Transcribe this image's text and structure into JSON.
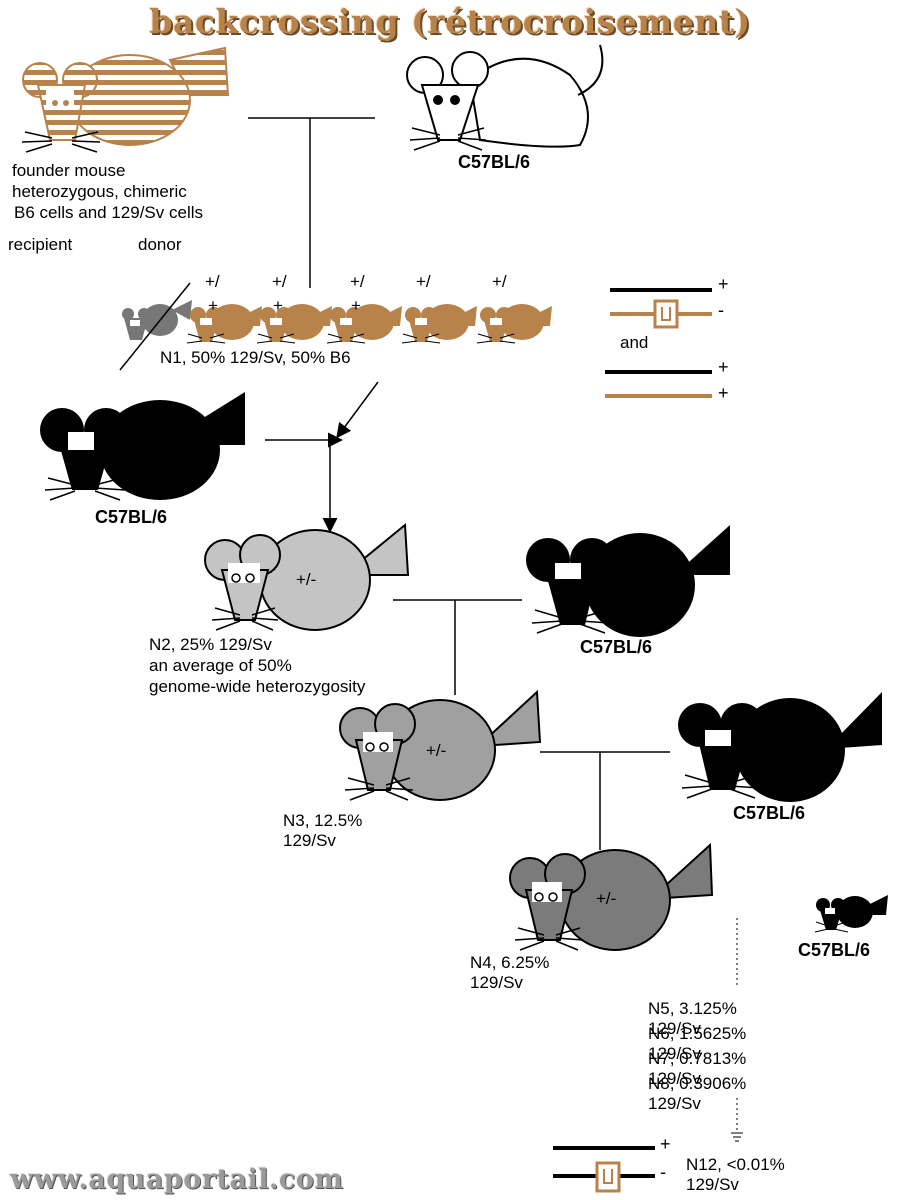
{
  "title": "backcrossing (rétrocroisement)",
  "colors": {
    "brown": "#b8834b",
    "black": "#000000",
    "gray_n1": "#777777",
    "gray_n2": "#c4c4c4",
    "gray_n3": "#a0a0a0",
    "gray_n4": "#7b7b7b",
    "title": "#b8834b"
  },
  "founder": {
    "line1": "founder mouse",
    "line2": "heterozygous, chimeric",
    "line3": "B6 cells and 129/Sv cells",
    "recipient": "recipient",
    "donor": "donor"
  },
  "strain_label": "C57BL/6",
  "n1": {
    "genotypes": [
      "+/",
      "+/",
      "+/",
      "+/",
      "+/"
    ],
    "plus_marks": [
      "+",
      "+",
      "+"
    ],
    "label": "N1, 50% 129/Sv, 50% B6"
  },
  "legend": {
    "and": "and",
    "plus": "+",
    "minus": "-"
  },
  "n2": {
    "genotype": "+/-",
    "line1": "N2, 25% 129/Sv",
    "line2": "an average of 50%",
    "line3": "genome-wide heterozygosity"
  },
  "n3": {
    "genotype": "+/-",
    "line1": "N3, 12.5%",
    "line2": "129/Sv"
  },
  "n4": {
    "genotype": "+/-",
    "line1": "N4, 6.25%",
    "line2": "129/Sv"
  },
  "later": {
    "n5": "N5, 3.125%",
    "n5_sv": "129/Sv",
    "n6": "N6, 1.5625%",
    "n6_sv": "129/Sv",
    "n7": "N7, 0.7813%",
    "n7_sv": "129/Sv",
    "n8": "N8, 0.3906%",
    "n8_sv": "129/Sv",
    "n12": "N12, <0.01%",
    "n12_sv": "129/Sv"
  },
  "watermark": "www.aquaportail.com"
}
